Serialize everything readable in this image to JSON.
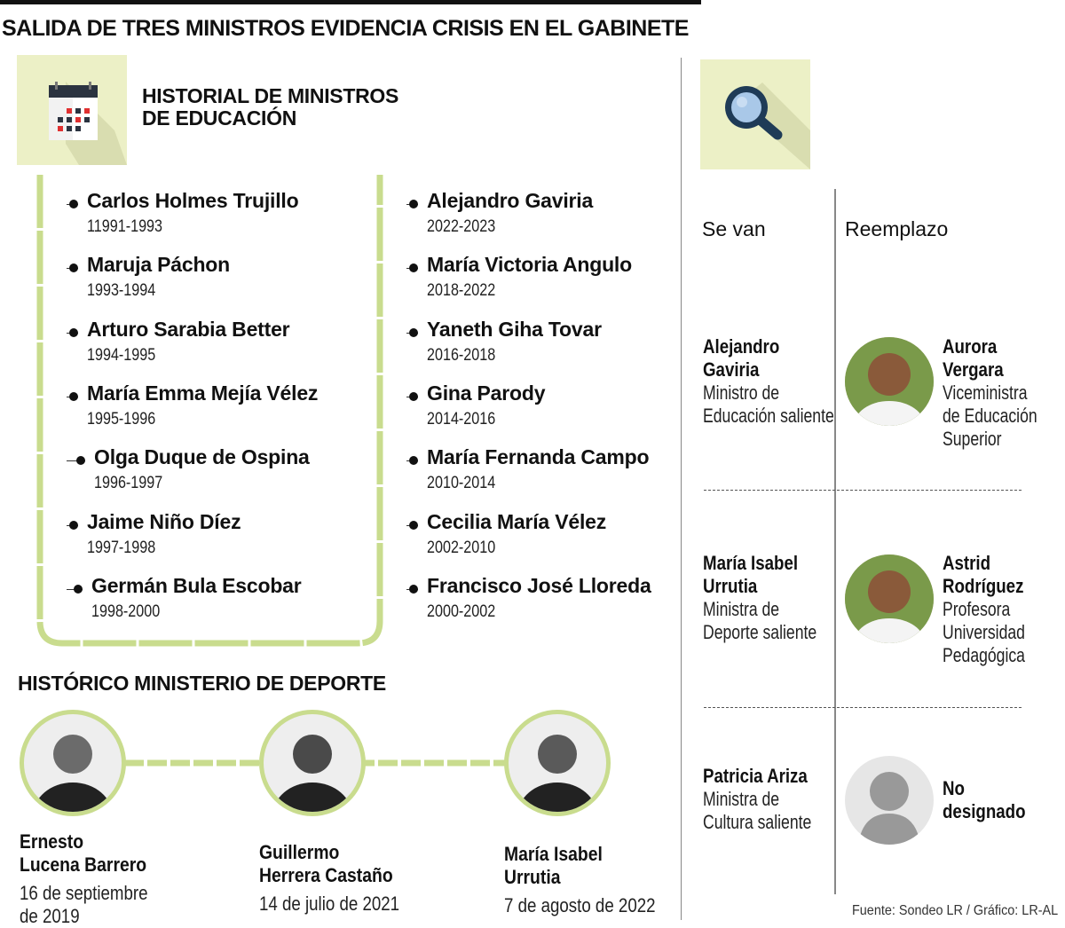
{
  "title": "SALIDA DE TRES MINISTROS EVIDENCIA CRISIS EN EL GABINETE",
  "education": {
    "heading_line1": "HISTORIAL DE MINISTROS",
    "heading_line2": "DE EDUCACIÓN",
    "left": [
      {
        "name": "Carlos Holmes Trujillo",
        "years": "11991-1993"
      },
      {
        "name": "Maruja Páchon",
        "years": "1993-1994"
      },
      {
        "name": "Arturo Sarabia Better",
        "years": "1994-1995"
      },
      {
        "name": "María Emma Mejía Vélez",
        "years": "1995-1996"
      },
      {
        "name": "Olga Duque de Ospina",
        "years": "1996-1997"
      },
      {
        "name": "Jaime Niño Díez",
        "years": "1997-1998"
      },
      {
        "name": "Germán Bula Escobar",
        "years": "1998-2000"
      }
    ],
    "right": [
      {
        "name": "Alejandro Gaviria",
        "years": "2022-2023"
      },
      {
        "name": "María Victoria Angulo",
        "years": "2018-2022"
      },
      {
        "name": "Yaneth Giha Tovar",
        "years": "2016-2018"
      },
      {
        "name": "Gina Parody",
        "years": "2014-2016"
      },
      {
        "name": "María Fernanda Campo",
        "years": "2010-2014"
      },
      {
        "name": "Cecilia María Vélez",
        "years": "2002-2010"
      },
      {
        "name": "Francisco José Lloreda",
        "years": "2000-2002"
      }
    ]
  },
  "sport": {
    "heading": "HISTÓRICO MINISTERIO DE DEPORTE",
    "people": [
      {
        "name1": "Ernesto",
        "name2": "Lucena Barrero",
        "date1": "16 de septiembre",
        "date2": "de 2019"
      },
      {
        "name1": "Guillermo",
        "name2": "Herrera Castaño",
        "date1": "14 de julio de 2021",
        "date2": ""
      },
      {
        "name1": "María Isabel",
        "name2": "Urrutia",
        "date1": "7 de agosto de 2022",
        "date2": ""
      }
    ]
  },
  "changes": {
    "col_leaving": "Se van",
    "col_replacement": "Reemplazo",
    "rows": [
      {
        "out1": "Alejandro",
        "out2": "Gaviria",
        "out_role1": "Ministro de",
        "out_role2": "Educación saliente",
        "in1": "Aurora",
        "in2": "Vergara",
        "in_role": [
          "Viceministra",
          "de Educación",
          "Superior"
        ]
      },
      {
        "out1": "María Isabel",
        "out2": "Urrutia",
        "out_role1": "Ministra de",
        "out_role2": "Deporte saliente",
        "in1": "Astrid",
        "in2": "Rodríguez",
        "in_role": [
          "Profesora",
          "Universidad",
          "Pedagógica"
        ]
      },
      {
        "out1": "Patricia Ariza",
        "out2": "",
        "out_role1": "Ministra de",
        "out_role2": "Cultura saliente",
        "in1": "No",
        "in2": "designado",
        "in_role": []
      }
    ]
  },
  "source": "Fuente: Sondeo LR / Gráfico: LR-AL",
  "colors": {
    "green": "#c9dc8e",
    "icon_bg": "#ecf0c6",
    "dark": "#1f3b57"
  }
}
